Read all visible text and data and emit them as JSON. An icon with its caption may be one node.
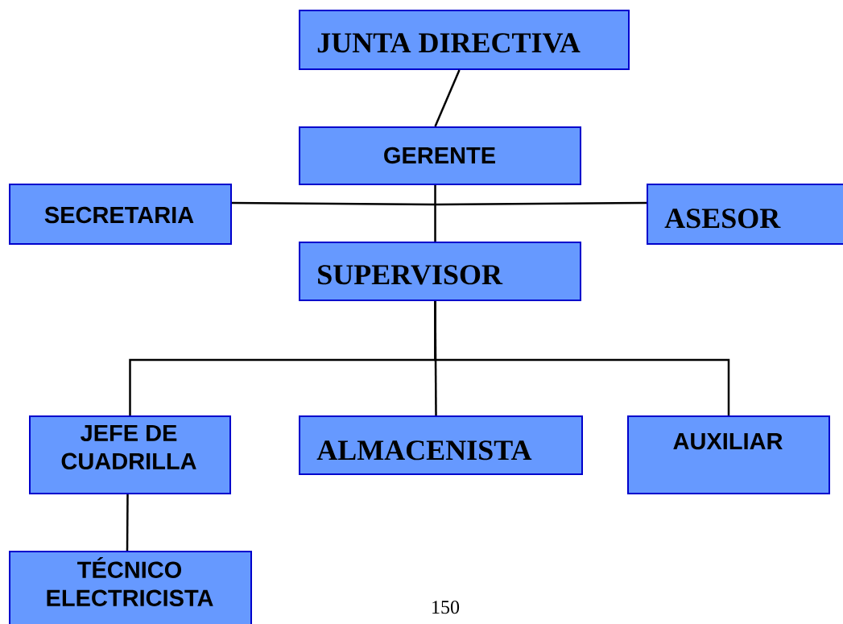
{
  "diagram": {
    "nodes": [
      {
        "text": [
          "JUNTA DIRECTIVA"
        ]
      },
      {
        "text": [
          "GERENTE"
        ]
      },
      {
        "text": [
          "SECRETARIA"
        ]
      },
      {
        "text": [
          "ASESOR"
        ]
      },
      {
        "text": [
          "SUPERVISOR"
        ]
      },
      {
        "text": [
          "JEFE DE CUADRILLA"
        ]
      },
      {
        "text": [
          "ALMACENISTA"
        ]
      },
      {
        "text": [
          "AUXILIAR"
        ]
      },
      {
        "text": [
          "TÉCNICO ELECTRICISTA"
        ]
      }
    ],
    "edges": [
      {
        "from": 0,
        "to": 1,
        "arrow": "none"
      },
      {
        "from": 1,
        "to": 2,
        "arrow": "none"
      },
      {
        "from": 1,
        "to": 3,
        "arrow": "none"
      },
      {
        "from": 1,
        "to": 4,
        "arrow": "none"
      },
      {
        "from": 4,
        "to": 5,
        "arrow": "none"
      },
      {
        "from": 4,
        "to": 6,
        "arrow": "none"
      },
      {
        "from": 4,
        "to": 7,
        "arrow": "none"
      },
      {
        "from": 5,
        "to": 8,
        "arrow": "none"
      }
    ],
    "labels": [
      "150"
    ]
  }
}
